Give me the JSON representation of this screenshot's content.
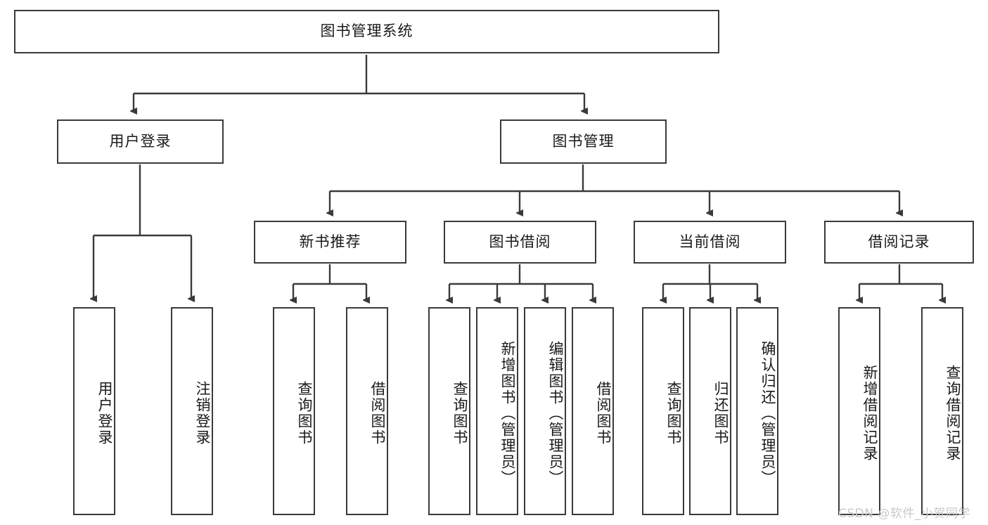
{
  "diagram": {
    "title": "图书管理系统",
    "root": {
      "label": "图书管理系统"
    },
    "level1": [
      {
        "label": "用户登录"
      },
      {
        "label": "图书管理"
      }
    ],
    "level2": [
      {
        "label": "新书推荐"
      },
      {
        "label": "图书借阅"
      },
      {
        "label": "当前借阅"
      },
      {
        "label": "借阅记录"
      }
    ],
    "leaves": {
      "user_login": [
        {
          "label": "用户登录"
        },
        {
          "label": "注销登录"
        }
      ],
      "new_book_recommend": [
        {
          "label": "查询图书"
        },
        {
          "label": "借阅图书"
        }
      ],
      "book_borrow": [
        {
          "label": "查询图书"
        },
        {
          "label": "新增图书（管理员）"
        },
        {
          "label": "编辑图书（管理员）"
        },
        {
          "label": "借阅图书"
        }
      ],
      "current_borrow": [
        {
          "label": "查询图书"
        },
        {
          "label": "归还图书"
        },
        {
          "label": "确认归还（管理员）"
        }
      ],
      "borrow_records": [
        {
          "label": "新增借阅记录"
        },
        {
          "label": "查询借阅记录"
        }
      ]
    }
  },
  "watermark": {
    "text": "CSDN @软件_小贺同学"
  },
  "colors": {
    "line": "#3a3a3a",
    "box_border": "#3a3a3a",
    "box_fill": "#ffffff",
    "text": "#1a1a1a",
    "watermark": "#c9c9c9"
  }
}
